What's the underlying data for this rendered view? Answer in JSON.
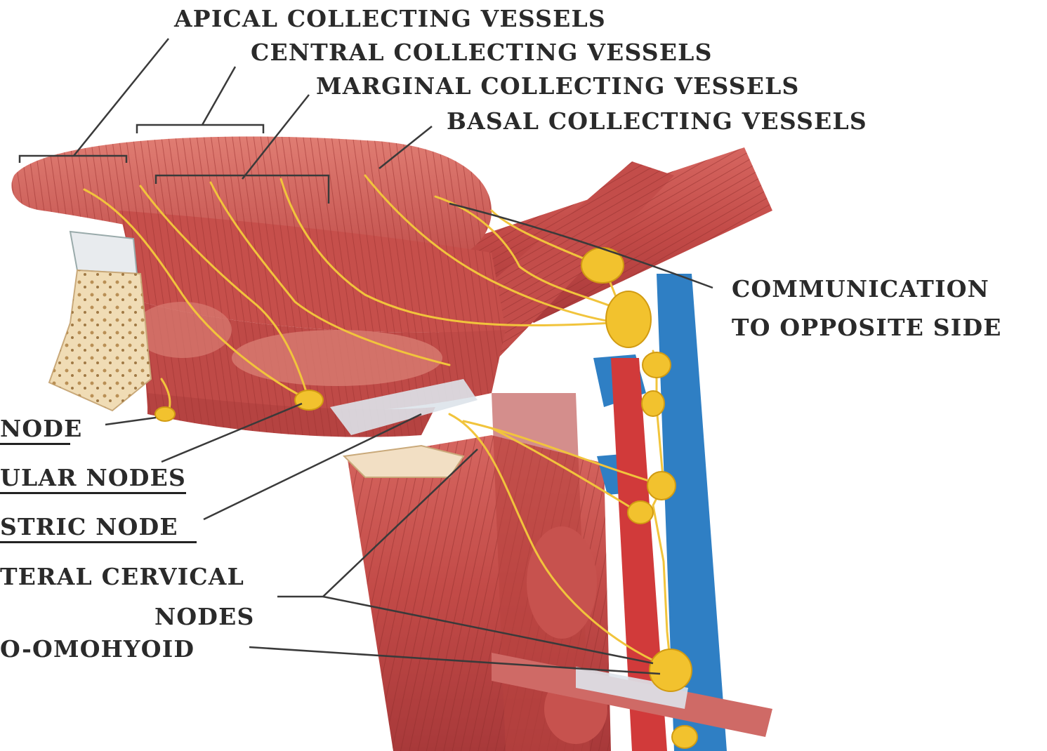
{
  "labels": {
    "apical": "APICAL COLLECTING VESSELS",
    "central": "CENTRAL COLLECTING VESSELS",
    "marginal": "MARGINAL COLLECTING VESSELS",
    "basal": "BASAL COLLECTING VESSELS",
    "communication_line1": "COMMUNICATION",
    "communication_line2": "TO OPPOSITE SIDE",
    "node": "NODE",
    "ular_nodes": "ULAR NODES",
    "stric_node": "STRIC NODE",
    "teral_cervical": "TERAL CERVICAL",
    "nodes": "NODES",
    "o_omohyoid": "O-OMOHYOID"
  },
  "colors": {
    "muscle": "#c9514f",
    "muscle_dark": "#9e3331",
    "muscle_light": "#e48a82",
    "lymph_vessel": "#f1c43c",
    "lymph_node": "#f2c22e",
    "vein": "#2f7fc4",
    "artery": "#d13a3a",
    "bone": "#f0dcb5",
    "tendon": "#d9dfe6",
    "leader_line": "#3a3a3a",
    "text": "#2a2a2a"
  }
}
